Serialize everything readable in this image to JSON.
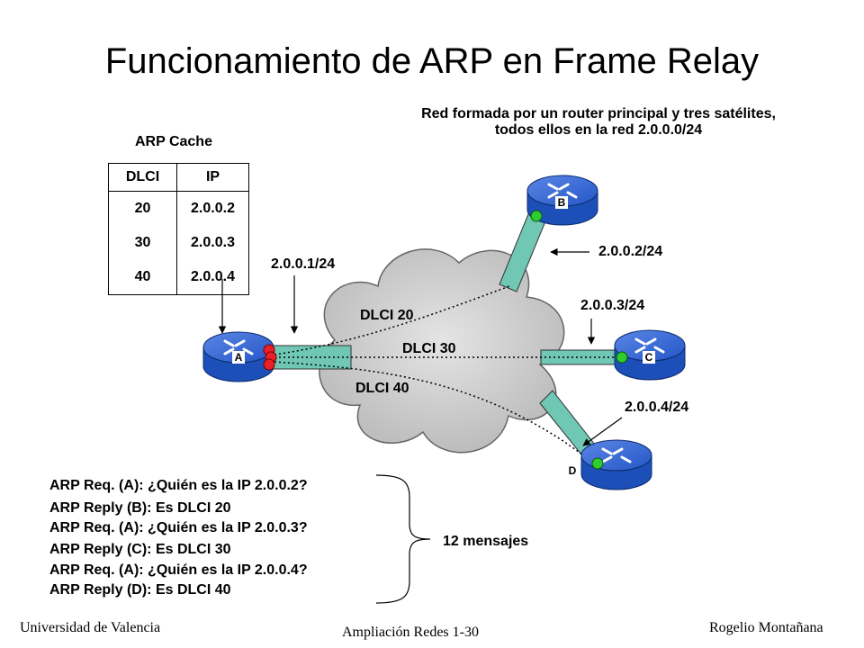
{
  "title": "Funcionamiento de ARP en Frame Relay",
  "network_note": "Red formada por un router principal y tres satélites, todos ellos en la red 2.0.0.0/24",
  "arp_cache": {
    "title": "ARP Cache",
    "headers": [
      "DLCI",
      "IP"
    ],
    "rows": [
      [
        "20",
        "2.0.0.2"
      ],
      [
        "30",
        "2.0.0.3"
      ],
      [
        "40",
        "2.0.0.4"
      ]
    ]
  },
  "routers": {
    "a": "A",
    "b": "B",
    "c": "C",
    "d": "D"
  },
  "addresses": {
    "a": "2.0.0.1/24",
    "b": "2.0.0.2/24",
    "c": "2.0.0.3/24",
    "d": "2.0.0.4/24"
  },
  "dlci_labels": {
    "b": "DLCI 20",
    "c": "DLCI 30",
    "d": "DLCI 40"
  },
  "messages": [
    "ARP Req. (A): ¿Quién es la IP 2.0.0.2?",
    "ARP Reply (B): Es DLCI 20",
    "ARP Req. (A): ¿Quién es la IP 2.0.0.3?",
    "ARP Reply (C): Es DLCI 30",
    "ARP Req. (A): ¿Quién es la IP 2.0.0.4?",
    "ARP Reply (D): Es DLCI 40"
  ],
  "message_count": "12 mensajes",
  "footer": {
    "left": "Universidad de Valencia",
    "center": "Ampliación Redes 1-30",
    "right": "Rogelio Montañana"
  }
}
